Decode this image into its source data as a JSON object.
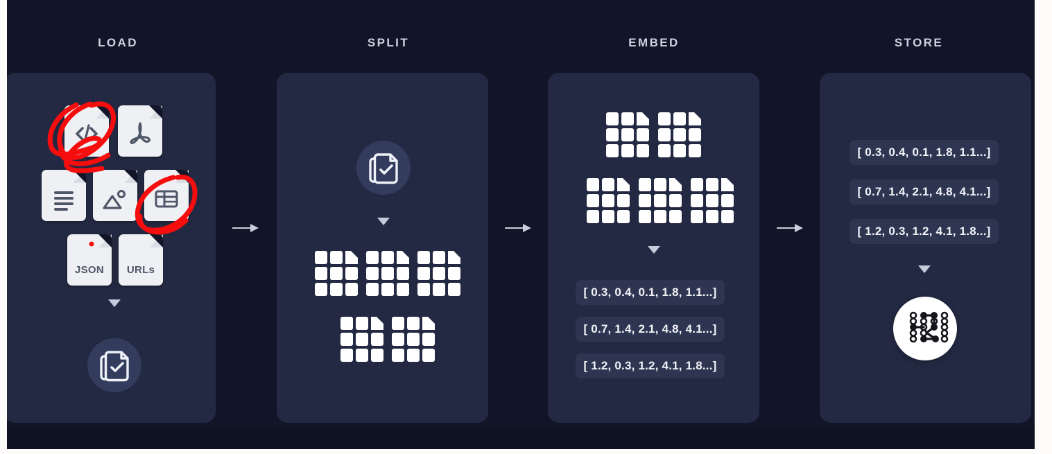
{
  "diagram": {
    "title_columns": [
      {
        "label": "LOAD"
      },
      {
        "label": "SPLIT"
      },
      {
        "label": "EMBED"
      },
      {
        "label": "STORE"
      }
    ],
    "arrow_glyph": "→",
    "down_marker_glyph": "▼"
  },
  "load": {
    "header": "LOAD",
    "files": [
      {
        "name": "code-file",
        "glyph": "</>",
        "label": ""
      },
      {
        "name": "pdf-file",
        "glyph": "⑂",
        "label": ""
      },
      {
        "name": "text-file",
        "glyph": "≡",
        "label": ""
      },
      {
        "name": "image-file",
        "glyph": "⛰",
        "label": ""
      },
      {
        "name": "table-file",
        "glyph": "⊞",
        "label": ""
      },
      {
        "name": "json-file",
        "glyph": "",
        "label": "JSON"
      },
      {
        "name": "urls-file",
        "glyph": "",
        "label": "URLs"
      }
    ],
    "result_icon": "document-check-icon"
  },
  "split": {
    "header": "SPLIT",
    "source_icon": "document-check-icon",
    "chunk_count": 5,
    "chunk_icon": "chunked-document-icon"
  },
  "embed": {
    "header": "EMBED",
    "chunk_count": 5,
    "chunk_icon": "chunked-document-icon",
    "vectors": [
      "[ 0.3, 0.4, 0.1, 1.8, 1.1...]",
      "[ 0.7, 1.4, 2.1, 4.8, 4.1...]",
      "[ 1.2, 0.3, 1.2, 4.1, 1.8...]"
    ]
  },
  "store": {
    "header": "STORE",
    "vectors": [
      "[ 0.3, 0.4, 0.1, 1.8, 1.1...]",
      "[ 0.7, 1.4, 2.1, 4.8, 4.1...]",
      "[ 1.2, 0.3, 1.2, 4.1, 1.8...]"
    ],
    "database_icon": "vector-database-logo"
  },
  "annotations": {
    "color": "#f60d0d",
    "marks": [
      {
        "name": "annotation-circle-code-file",
        "target": "code-file"
      },
      {
        "name": "annotation-circle-table-file",
        "target": "table-file"
      }
    ]
  },
  "colors": {
    "background": "#111527",
    "card": "#232942",
    "pill": "#2e3551",
    "accent_red": "#f60d0d",
    "icon_white": "#ffffff",
    "header_text": "#cdd3e2"
  }
}
